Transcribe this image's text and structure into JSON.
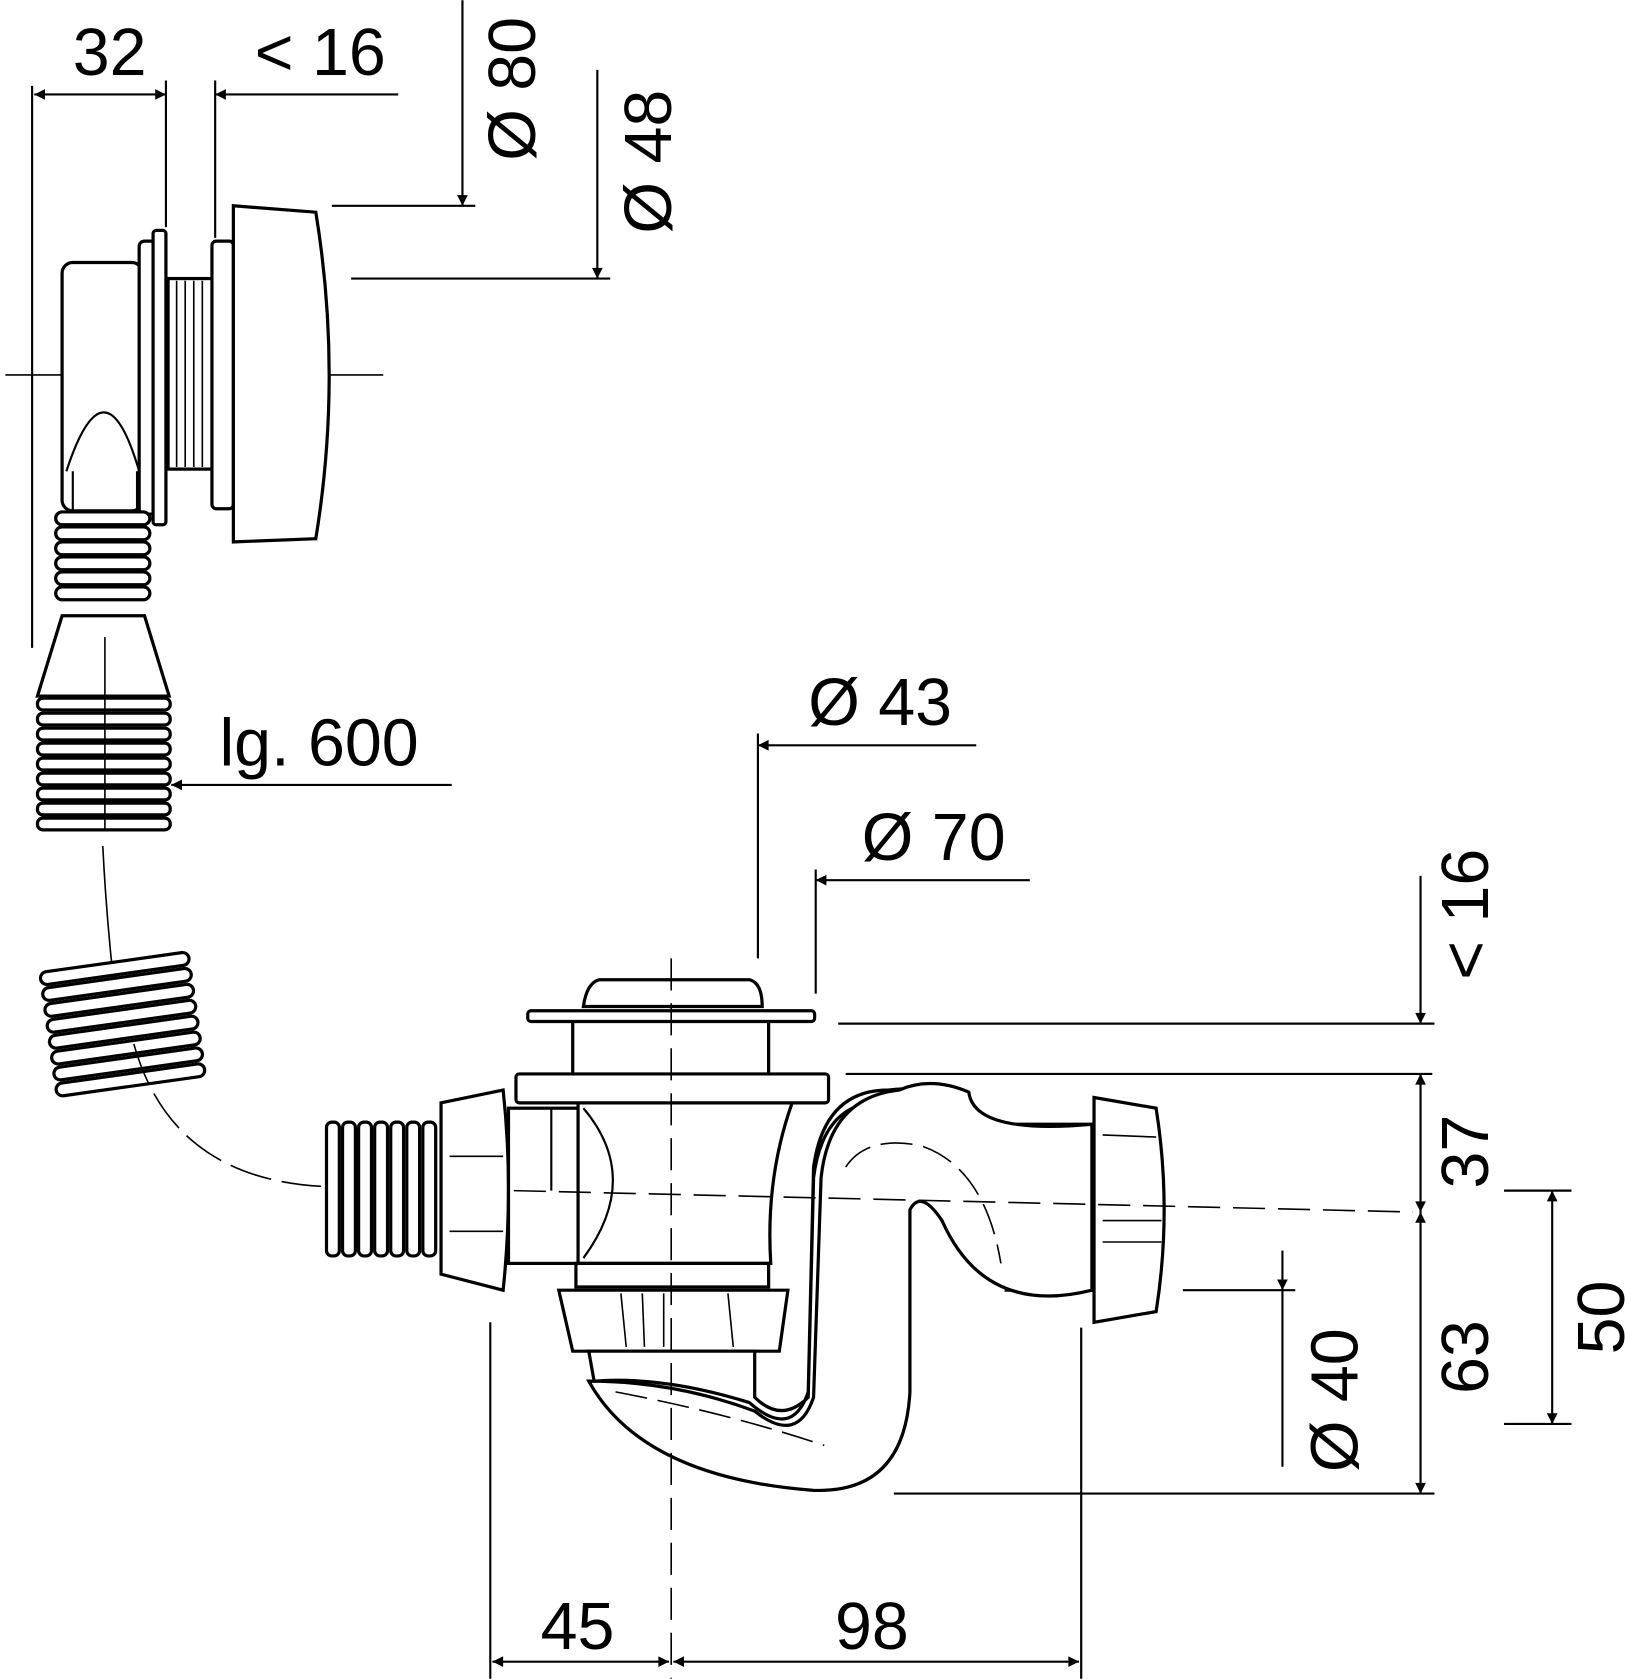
{
  "title": "Bath waste and overflow set technical drawing",
  "dimensions": {
    "d32": "32",
    "lt16_top": "< 16",
    "dia80": "Ø 80",
    "dia48": "Ø 48",
    "lg600": "lg. 600",
    "dia43": "Ø 43",
    "dia70": "Ø 70",
    "lt16_right": "< 16",
    "d37": "37",
    "d50": "50",
    "d63": "63",
    "dia40": "Ø 40",
    "d45": "45",
    "d98": "98"
  },
  "colors": {
    "line": "#000000",
    "background": "#ffffff"
  }
}
